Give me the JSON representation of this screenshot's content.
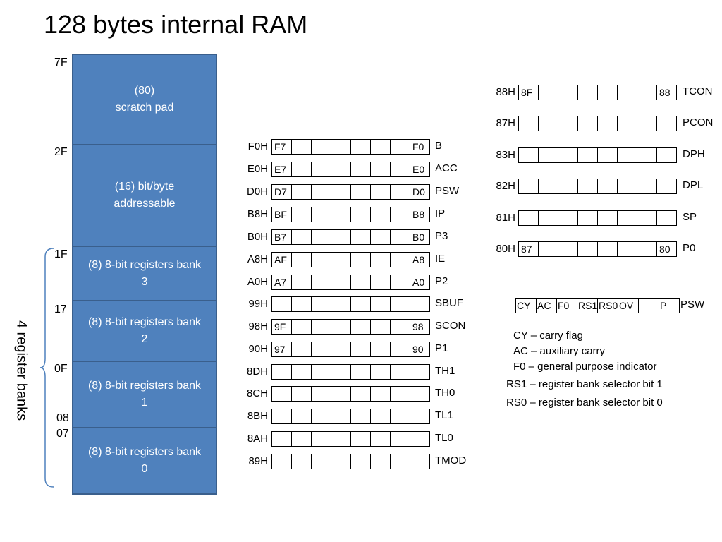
{
  "title": "128 bytes internal RAM",
  "ram_blocks": [
    {
      "line1": "(80)",
      "line2": "scratch pad"
    },
    {
      "line1": "(16) bit/byte",
      "line2": "addressable"
    },
    {
      "line1": "(8) 8-bit registers bank",
      "line2": "3"
    },
    {
      "line1": "(8) 8-bit registers bank",
      "line2": "2"
    },
    {
      "line1": "(8) 8-bit registers bank",
      "line2": "1"
    },
    {
      "line1": "(8) 8-bit registers bank",
      "line2": "0"
    }
  ],
  "ram_addresses": [
    "7F",
    "2F",
    "1F",
    "17",
    "0F",
    "08",
    "07"
  ],
  "register_banks_label": "4 register banks",
  "sfr_left": [
    {
      "addr": "F0H",
      "first": "F7",
      "last": "F0",
      "name": "B"
    },
    {
      "addr": "E0H",
      "first": "E7",
      "last": "E0",
      "name": "ACC"
    },
    {
      "addr": "D0H",
      "first": "D7",
      "last": "D0",
      "name": "PSW"
    },
    {
      "addr": "B8H",
      "first": "BF",
      "last": "B8",
      "name": "IP"
    },
    {
      "addr": "B0H",
      "first": "B7",
      "last": "B0",
      "name": "P3"
    },
    {
      "addr": "A8H",
      "first": "AF",
      "last": "A8",
      "name": "IE"
    },
    {
      "addr": "A0H",
      "first": "A7",
      "last": "A0",
      "name": "P2"
    },
    {
      "addr": "99H",
      "first": "",
      "last": "",
      "name": "SBUF"
    },
    {
      "addr": "98H",
      "first": "9F",
      "last": "98",
      "name": "SCON"
    },
    {
      "addr": "90H",
      "first": "97",
      "last": "90",
      "name": "P1"
    },
    {
      "addr": "8DH",
      "first": "",
      "last": "",
      "name": "TH1"
    },
    {
      "addr": "8CH",
      "first": "",
      "last": "",
      "name": "TH0"
    },
    {
      "addr": "8BH",
      "first": "",
      "last": "",
      "name": "TL1"
    },
    {
      "addr": "8AH",
      "first": "",
      "last": "",
      "name": "TL0"
    },
    {
      "addr": "89H",
      "first": "",
      "last": "",
      "name": "TMOD"
    }
  ],
  "sfr_right": [
    {
      "addr": "88H",
      "first": "8F",
      "last": "88",
      "name": "TCON"
    },
    {
      "addr": "87H",
      "first": "",
      "last": "",
      "name": "PCON"
    },
    {
      "addr": "83H",
      "first": "",
      "last": "",
      "name": "DPH"
    },
    {
      "addr": "82H",
      "first": "",
      "last": "",
      "name": "DPL"
    },
    {
      "addr": "81H",
      "first": "",
      "last": "",
      "name": "SP"
    },
    {
      "addr": "80H",
      "first": "87",
      "last": "80",
      "name": "P0"
    }
  ],
  "psw_register": {
    "bits": [
      "CY",
      "AC",
      "F0",
      "RS1",
      "RS0",
      "OV",
      "",
      "P"
    ],
    "name": "PSW"
  },
  "legend": [
    "CY – carry flag",
    "AC – auxiliary carry",
    "F0 – general purpose indicator",
    "RS1 – register bank selector bit 1",
    "RS0 – register bank selector bit 0"
  ]
}
